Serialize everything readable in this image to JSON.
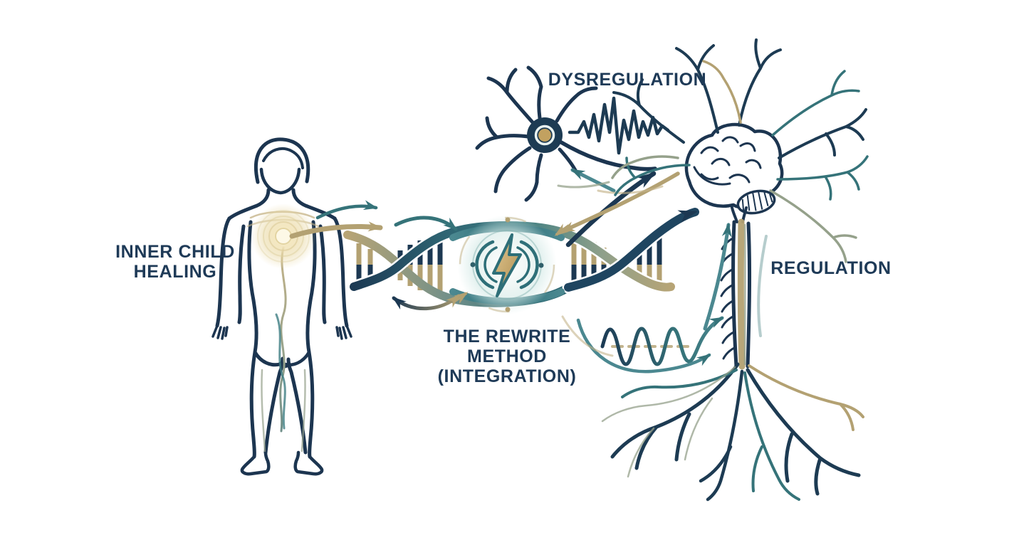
{
  "figure": {
    "type": "illustration",
    "title": "Inner child healing to nervous-system regulation diagram",
    "labels": {
      "dysregulation": "DYSREGULATION",
      "inner_child_line1": "INNER CHILD",
      "inner_child_line2": "HEALING",
      "rewrite_line1": "THE REWRITE",
      "rewrite_line2": "METHOD",
      "rewrite_line3": "(INTEGRATION)",
      "regulation": "REGULATION"
    },
    "palette": {
      "navy": "#1c3852",
      "teal": "#357379",
      "light_teal": "#a9c4c4",
      "tan": "#b3a172",
      "gold": "#d3b075",
      "sage": "#95a18b",
      "text": "#1e3a57",
      "background": "#ffffff"
    },
    "elements": [
      "human-figure",
      "heart-glow",
      "energy-lines",
      "dna-helix",
      "integration-bolt",
      "neuron",
      "dysregulated-waveform",
      "brain",
      "neural-branches",
      "spinal-cord",
      "root-network",
      "regulated-waveform",
      "flow-arrows"
    ]
  }
}
